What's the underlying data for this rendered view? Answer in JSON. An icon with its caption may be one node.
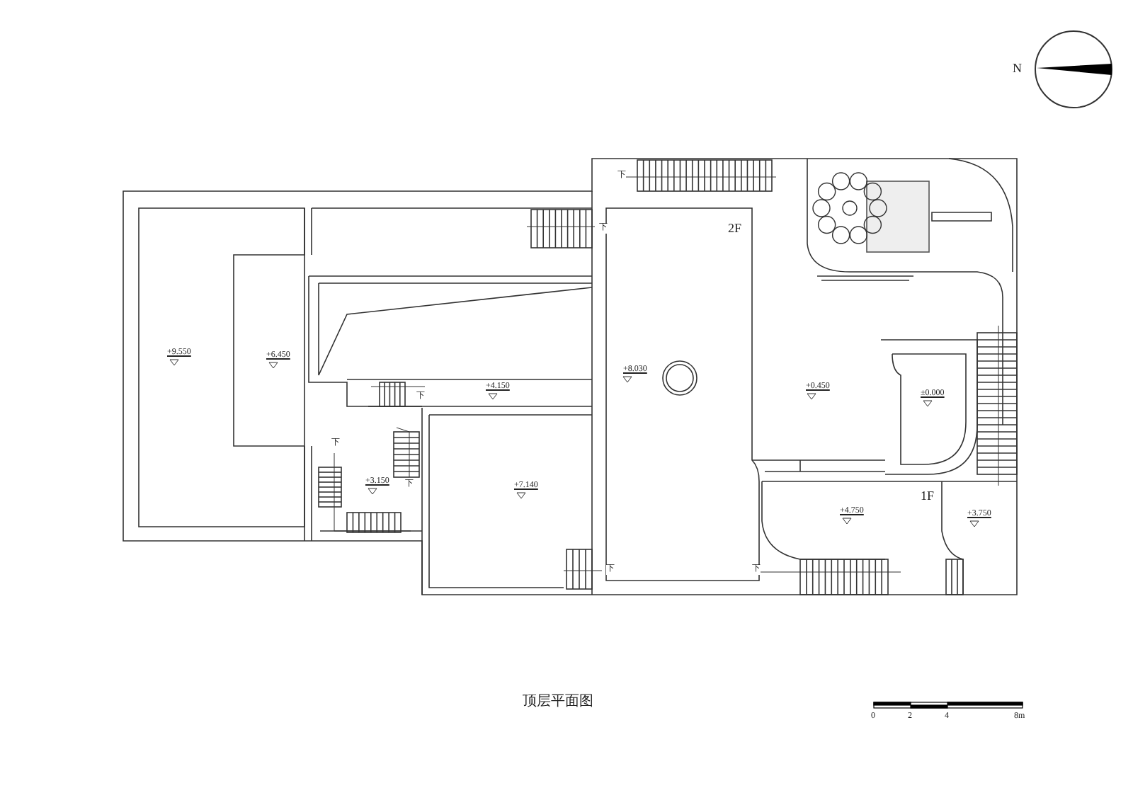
{
  "diagram": {
    "caption": "顶层平面图",
    "labels": [
      "N",
      "下",
      "下",
      "2F",
      "+9.550",
      "+6.450",
      "+8.030",
      "+0.450",
      "±0.000",
      "+4.150",
      "下",
      "下",
      "+3.150",
      "下",
      "+7.140",
      "1F",
      "+4.750",
      "+3.750",
      "下",
      "下",
      "0",
      "2",
      "4",
      "8m"
    ]
  }
}
